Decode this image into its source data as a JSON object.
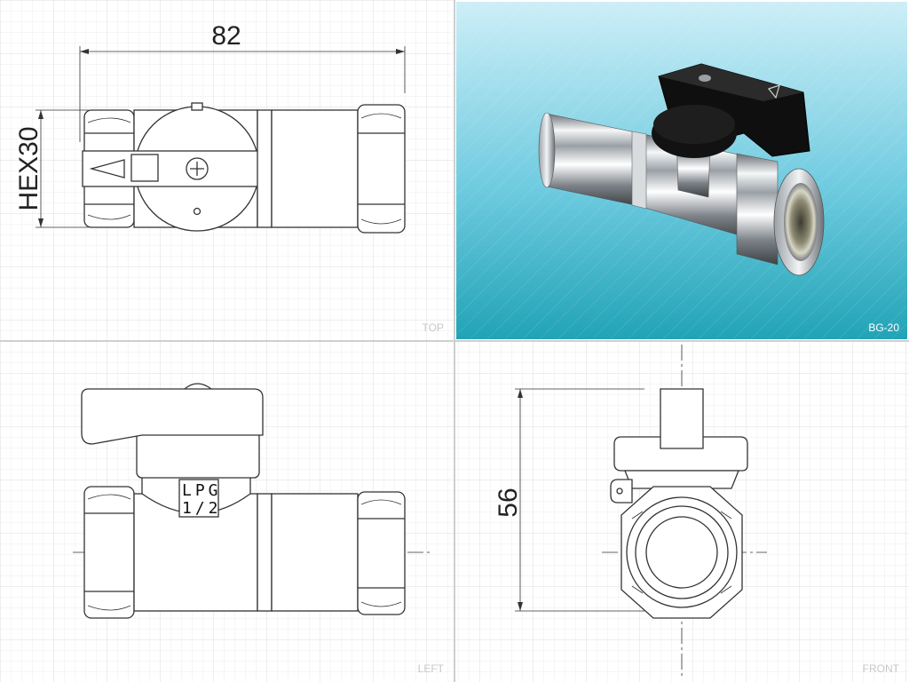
{
  "views": {
    "top": {
      "label": "TOP",
      "dim_length": "82",
      "dim_hex": "HEX30"
    },
    "photo": {
      "label": "BG-20"
    },
    "left": {
      "label": "LEFT",
      "stamp_line1": "LPG",
      "stamp_line2": "1/2"
    },
    "front": {
      "label": "FRONT",
      "dim_height": "56"
    }
  },
  "colors": {
    "grid_minor": "#ececec",
    "grid_major": "#d8d8d8",
    "photo_top": "#c9ecf6",
    "photo_bottom": "#2aa9bc",
    "handle": "#111111"
  }
}
